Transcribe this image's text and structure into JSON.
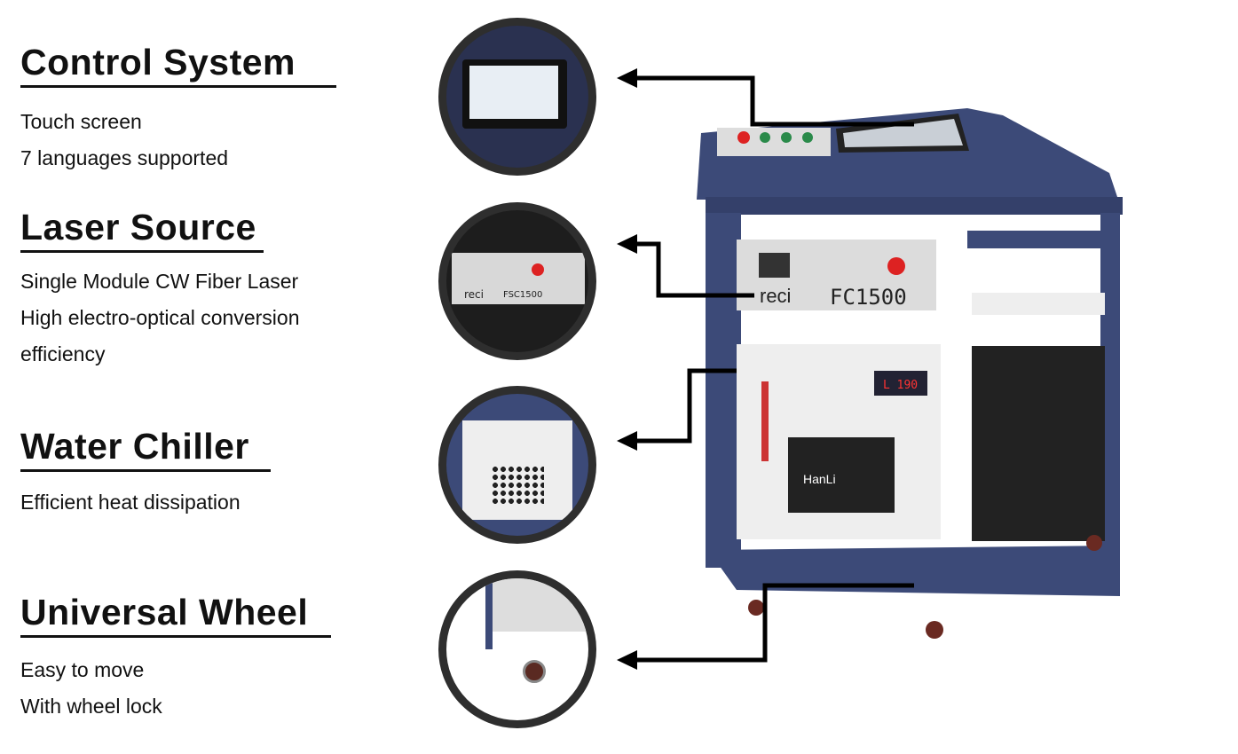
{
  "sections": [
    {
      "title": "Control System",
      "lines": [
        "Touch screen",
        "7 languages supported"
      ]
    },
    {
      "title": "Laser Source",
      "lines": [
        "Single Module CW Fiber Laser",
        "High electro-optical conversion",
        "efficiency"
      ]
    },
    {
      "title": "Water Chiller",
      "lines": [
        "Efficient heat dissipation"
      ]
    },
    {
      "title": "Universal Wheel",
      "lines": [
        "Easy to move",
        "With wheel lock"
      ]
    }
  ],
  "machine": {
    "brand": "reci",
    "model": "FC1500",
    "chiller_brand": "HanLi",
    "chiller_display": "L 190",
    "source_panel_label": "FSC1500"
  },
  "colors": {
    "cabinet": "#3c4a78",
    "panel": "#e6e6e6",
    "ring": "#2e2e2e"
  }
}
